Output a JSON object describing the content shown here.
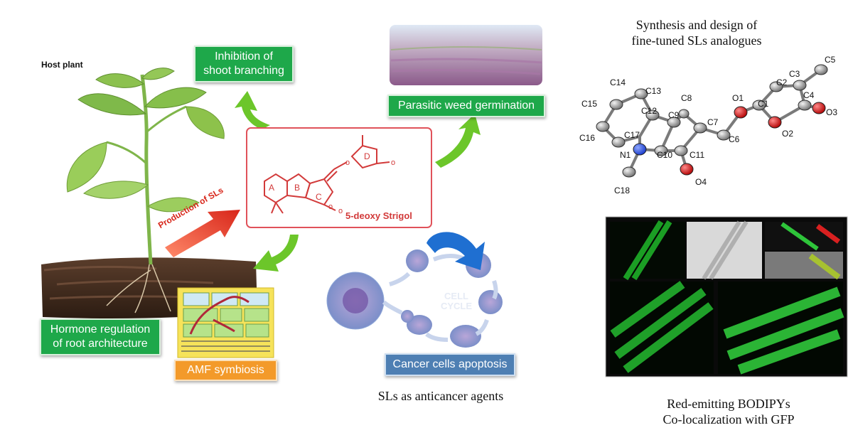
{
  "host_plant_label": "Host plant",
  "inhibition_label": "Inhibition of\nshoot branching",
  "parasitic_label": "Parasitic weed germination",
  "production_label": "Production of SLs",
  "molecule_name": "5-deoxy Strigol",
  "ring_labels": [
    "A",
    "B",
    "C",
    "D"
  ],
  "hormone_label": "Hormone regulation\nof root architecture",
  "amf_label": "AMF symbiosis",
  "cancer_label": "Cancer cells apoptosis",
  "anticancer_caption": "SLs as anticancer agents",
  "cell_cycle_label": "CELL\nCYCLE",
  "synthesis_title": "Synthesis and design of\nfine-tuned SLs analogues",
  "bodipy_caption": "Red-emitting BODIPYs\nCo-localization with GFP",
  "atom_labels": [
    "C14",
    "C13",
    "C15",
    "C12",
    "C9",
    "C8",
    "C7",
    "O1",
    "C1",
    "C2",
    "C3",
    "C4",
    "C5",
    "O3",
    "O2",
    "C6",
    "C16",
    "C17",
    "N1",
    "C10",
    "C11",
    "O4",
    "C18"
  ],
  "colors": {
    "green_box": "#1ea84a",
    "orange_box": "#f39a2a",
    "blue_box": "#4e7fb3",
    "arrow_green": "#6cc62a",
    "molecule_red": "#d23a3a"
  }
}
